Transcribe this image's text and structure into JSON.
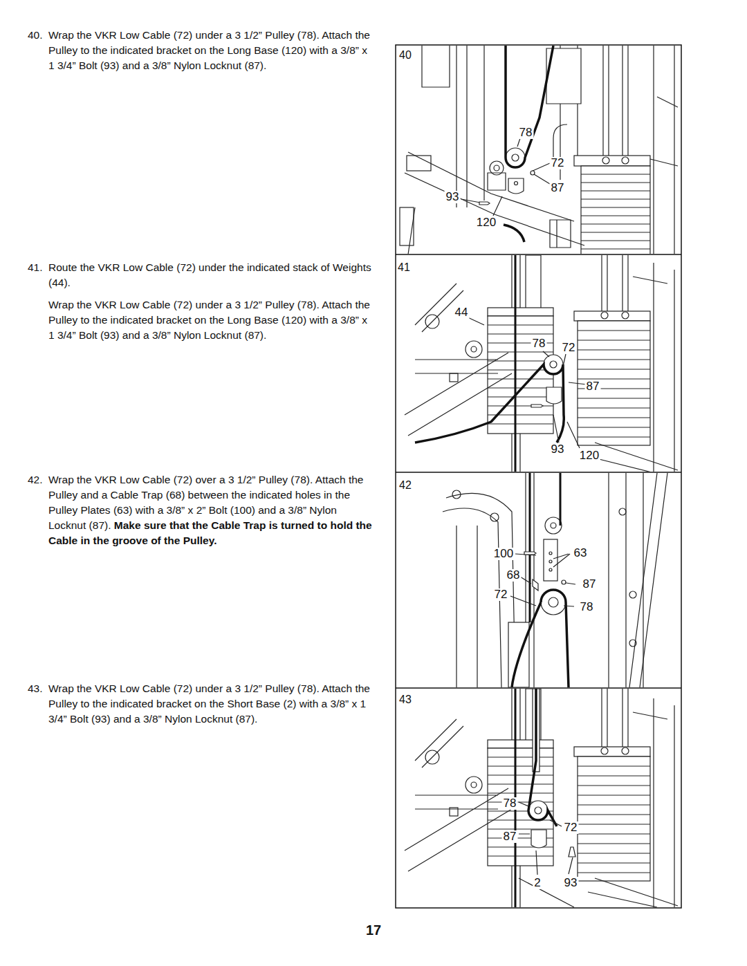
{
  "diagram": {
    "labels": [
      "40.",
      "Wrap the VKR Low Cable (72) under a 3 1/2” Pulley (78). Attach the Pulley to the indicated bracket on the Long Base (120) with a 3/8” x 1 3/4” Bolt (93) and a 3/8” Nylon Locknut (87).",
      "41.",
      "Route the VKR Low Cable (72) under the indicated stack of Weights (44).",
      "Wrap the VKR Low Cable (72) under a 3 1/2” Pulley (78). Attach the Pulley to the indicated bracket on the Long Base (120) with a 3/8” x 1 3/4” Bolt (93) and a 3/8” Nylon Locknut (87).",
      "42.",
      "Wrap the VKR Low Cable (72) over a 3 1/2” Pulley (78). Attach the Pulley and a Cable Trap (68) between the indicated holes in the Pulley Plates (63) with a 3/8” x 2” Bolt (100) and a 3/8” Nylon Locknut (87).",
      "Make sure that the Cable Trap is turned to hold the Cable in the groove of the Pulley.",
      "43.",
      "Wrap the VKR Low Cable (72) under a 3 1/2” Pulley (78). Attach the Pulley to the indicated bracket on the Short Base (2) with a 3/8” x 1 3/4” Bolt (93) and a 3/8” Nylon Locknut (87).",
      "40",
      "78",
      "72",
      "87",
      "93",
      "120",
      "41",
      "44",
      "78",
      "72",
      "87",
      "93",
      "120",
      "42",
      "100",
      "63",
      "68",
      "87",
      "72",
      "78",
      "43",
      "78",
      "72",
      "87",
      "2",
      "93",
      "17"
    ]
  }
}
